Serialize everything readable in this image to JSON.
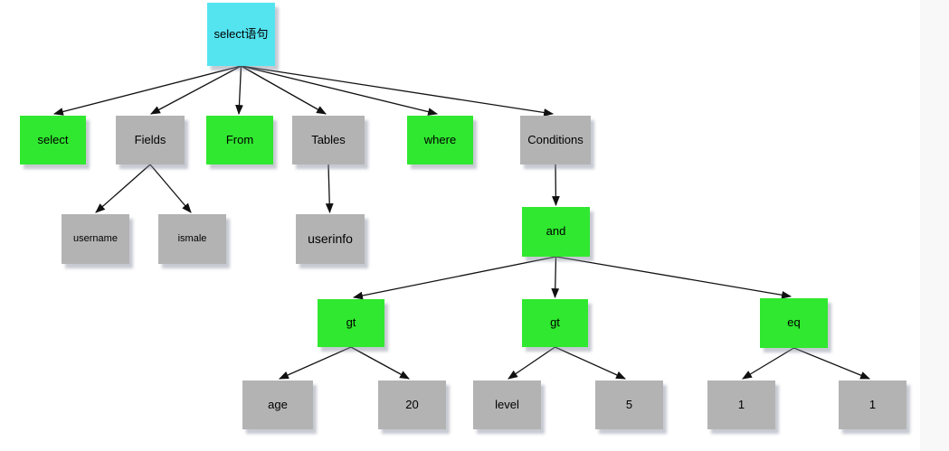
{
  "diagram": {
    "kind": "tree",
    "nodes": [
      {
        "id": "root",
        "label": "select语句",
        "type": "statement"
      },
      {
        "id": "select",
        "label": "select",
        "type": "keyword"
      },
      {
        "id": "fields",
        "label": "Fields",
        "type": "group"
      },
      {
        "id": "from",
        "label": "From",
        "type": "keyword"
      },
      {
        "id": "tables",
        "label": "Tables",
        "type": "group"
      },
      {
        "id": "where",
        "label": "where",
        "type": "keyword"
      },
      {
        "id": "conditions",
        "label": "Conditions",
        "type": "group"
      },
      {
        "id": "username",
        "label": "username",
        "type": "value"
      },
      {
        "id": "ismale",
        "label": "ismale",
        "type": "value"
      },
      {
        "id": "userinfo",
        "label": "userinfo",
        "type": "value"
      },
      {
        "id": "and",
        "label": "and",
        "type": "keyword"
      },
      {
        "id": "gt-1",
        "label": "gt",
        "type": "keyword"
      },
      {
        "id": "gt-2",
        "label": "gt",
        "type": "keyword"
      },
      {
        "id": "eq",
        "label": "eq",
        "type": "keyword"
      },
      {
        "id": "age",
        "label": "age",
        "type": "value"
      },
      {
        "id": "num-20",
        "label": "20",
        "type": "value"
      },
      {
        "id": "level",
        "label": "level",
        "type": "value"
      },
      {
        "id": "num-5",
        "label": "5",
        "type": "value"
      },
      {
        "id": "one-left",
        "label": "1",
        "type": "value"
      },
      {
        "id": "one-right",
        "label": "1",
        "type": "value"
      }
    ],
    "edges": [
      {
        "from": "root",
        "to": "select"
      },
      {
        "from": "root",
        "to": "fields"
      },
      {
        "from": "root",
        "to": "from"
      },
      {
        "from": "root",
        "to": "tables"
      },
      {
        "from": "root",
        "to": "where"
      },
      {
        "from": "root",
        "to": "conditions"
      },
      {
        "from": "fields",
        "to": "username"
      },
      {
        "from": "fields",
        "to": "ismale"
      },
      {
        "from": "tables",
        "to": "userinfo"
      },
      {
        "from": "conditions",
        "to": "and"
      },
      {
        "from": "and",
        "to": "gt-1"
      },
      {
        "from": "and",
        "to": "gt-2"
      },
      {
        "from": "and",
        "to": "eq"
      },
      {
        "from": "gt-1",
        "to": "age"
      },
      {
        "from": "gt-1",
        "to": "num-20"
      },
      {
        "from": "gt-2",
        "to": "level"
      },
      {
        "from": "gt-2",
        "to": "num-5"
      },
      {
        "from": "eq",
        "to": "one-left"
      },
      {
        "from": "eq",
        "to": "one-right"
      }
    ]
  },
  "colors": {
    "statement": "#54e4f0",
    "keyword": "#2fe82f",
    "plain": "#b3b3b3",
    "edge": "#111111",
    "gutter": "#f8f8f8"
  }
}
